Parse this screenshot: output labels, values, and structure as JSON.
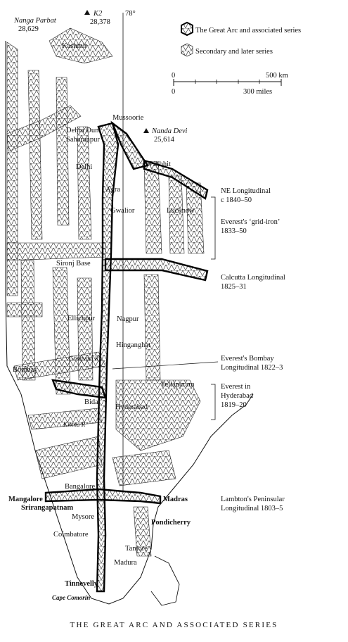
{
  "caption": "THE GREAT ARC AND ASSOCIATED SERIES",
  "meridian": "78°",
  "legend": {
    "great_arc": "The Great Arc and associated series",
    "secondary": "Secondary and later series"
  },
  "scale": {
    "km_zero": "0",
    "km_max": "500 km",
    "mi_zero": "0",
    "mi_max": "300 miles"
  },
  "peaks": {
    "nanga_name": "Nanga Parbat",
    "nanga_height": "28,629",
    "k2_name": "K2",
    "k2_height": "28,378",
    "nanda_name": "Nanda Devi",
    "nanda_height": "25,614"
  },
  "places": {
    "kashmir": "Kashmir",
    "mussoorie": "Mussoorie",
    "dehra_dun": "Dehra Dun",
    "saharanpur": "Saharanpur",
    "delhi": "Delhi",
    "pilibhit": "Pilibhit",
    "agra": "Agra",
    "gwalior": "Gwalior",
    "lucknow": "Lucknow",
    "sironj": "Sironj Base",
    "ellichpur": "Ellichpur",
    "nagpur": "Nagpur",
    "hinganghat": "Hinganghat",
    "bombay": "Bombay",
    "godavari": "Godavari R",
    "yellapuram": "Yellapuram",
    "bidar": "Bidar",
    "hyderabad": "Hyderabad",
    "kistna": "Kistna R",
    "bangalore": "Bangalore",
    "mangalore": "Mangalore",
    "srirangapatnam": "Srirangapatnam",
    "madras": "Madras",
    "mysore": "Mysore",
    "pondicherry": "Pondicherry",
    "coimbatore": "Coimbatore",
    "tanjore": "Tanjore",
    "madura": "Madura",
    "tinnevelly": "Tinnevelly",
    "cape": "Cape Comorin"
  },
  "series": {
    "ne_title": "NE Longitudinal",
    "ne_years": "c 1840–50",
    "grid_title": "Everest's ‘grid-iron’",
    "grid_years": "1833–50",
    "calcutta_title": "Calcutta Longitudinal",
    "calcutta_years": "1825–31",
    "bombay_title": "Everest's Bombay",
    "bombay_years": "Longitudinal 1822–3",
    "hyd_title": "Everest in",
    "hyd_years": "Hyderabad",
    "hyd_years2": "1819–20",
    "lambton_title": "Lambton's Peninsular",
    "lambton_years": "Longitudinal 1803–5"
  }
}
